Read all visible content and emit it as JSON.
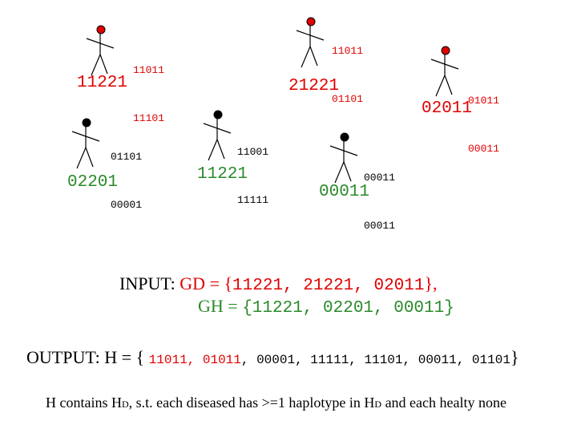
{
  "colors": {
    "diseased": "#e00000",
    "healthy": "#000000",
    "genotype_healthy": "#2a8a2a",
    "text": "#000000"
  },
  "individuals": [
    {
      "status": "diseased",
      "hap1": "11011",
      "hap2": "11101",
      "genotype": "11221"
    },
    {
      "status": "diseased",
      "hap1": "11011",
      "hap2": "01101",
      "genotype": "21221"
    },
    {
      "status": "diseased",
      "hap1": "01011",
      "hap2": "00011",
      "genotype": "02011"
    },
    {
      "status": "healthy",
      "hap1": "01101",
      "hap2": "00001",
      "genotype": "02201"
    },
    {
      "status": "healthy",
      "hap1": "11001",
      "hap2": "11111",
      "genotype": "11221"
    },
    {
      "status": "healthy",
      "hap1": "00011",
      "hap2": "00011",
      "genotype": "00011"
    }
  ],
  "input": {
    "label": "INPUT:",
    "gd_prefix": "GD = {",
    "gd_values": "11221, 21221, 02011",
    "gd_suffix": "},",
    "gh_prefix": "GH = ",
    "gh_open": "{",
    "gh_values": "11221, 02201, 00011",
    "gh_close": "}"
  },
  "output": {
    "label": "OUTPUT:",
    "h_prefix": "H = {",
    "red_values": "11011, 01011",
    "black_values": ", 00001, 11111, 11101, 00011, 01101",
    "h_suffix": "}"
  },
  "note": {
    "text_a": "H contains H",
    "sub_d_1": "D",
    "text_b": ", s.t. each diseased has >=1 haplotype in H",
    "sub_d_2": "D",
    "text_c": " and each healty none"
  }
}
